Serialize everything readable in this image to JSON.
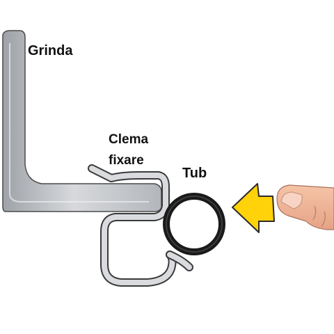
{
  "labels": {
    "beam": "Grinda",
    "clip_line1": "Clema",
    "clip_line2": "fixare",
    "tube": "Tub"
  },
  "colors": {
    "beam_fill": "#c4c7cc",
    "beam_outline": "#4a4a4a",
    "clip_fill": "#d9dbdf",
    "tube_ring": "#1a1a1a",
    "arrow_fill": "#ffd20a",
    "arrow_outline": "#2a2a2a",
    "finger_fill": "#f2b99b",
    "finger_nail": "#f7d4c3"
  },
  "icons": {
    "arrow": "push-arrow-left",
    "hand": "finger-pointing-left"
  }
}
